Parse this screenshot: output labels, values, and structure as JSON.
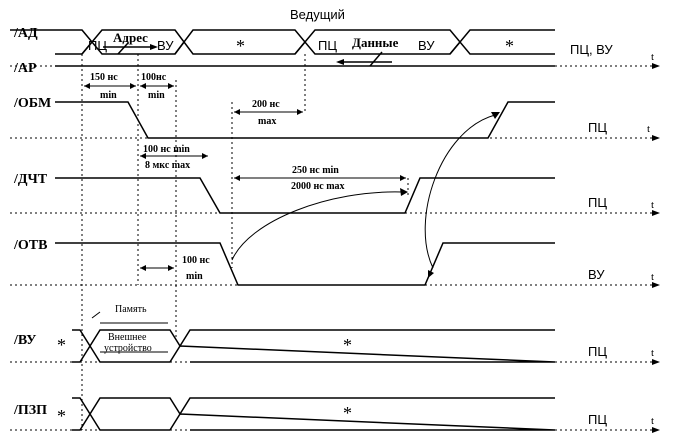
{
  "title": "Ведущий",
  "signals": [
    {
      "name": "/АД",
      "right": "ПЦ, ВУ"
    },
    {
      "name": "/АР",
      "right": ""
    },
    {
      "name": "/ОБМ",
      "right": "ПЦ"
    },
    {
      "name": "/ДЧТ",
      "right": "ПЦ"
    },
    {
      "name": "/ОТВ",
      "right": "ВУ"
    },
    {
      "name": "/ВУ",
      "right": "ПЦ"
    },
    {
      "name": "/ПЗП",
      "right": "ПЦ"
    }
  ],
  "bus_labels": {
    "pc1": "ПЦ",
    "address": "Адрес",
    "vu1": "ВУ",
    "pc2": "ПЦ",
    "data": "Данные",
    "vu2": "ВУ"
  },
  "star": "*",
  "t": "t",
  "timings": {
    "t150": "150 нс",
    "t150_min": "min",
    "t100a": "100нс",
    "t100a_min": "min",
    "t200": "200 нс",
    "t200_max": "max",
    "t100b": "100 нс min",
    "t8": "8 мкс max",
    "t250": "250 нс min",
    "t2000": "2000 нс max",
    "t100c": "100 нс",
    "t100c_min": "min"
  },
  "annot": {
    "memory": "Память",
    "external": "Внешнее",
    "device": "устройство"
  }
}
